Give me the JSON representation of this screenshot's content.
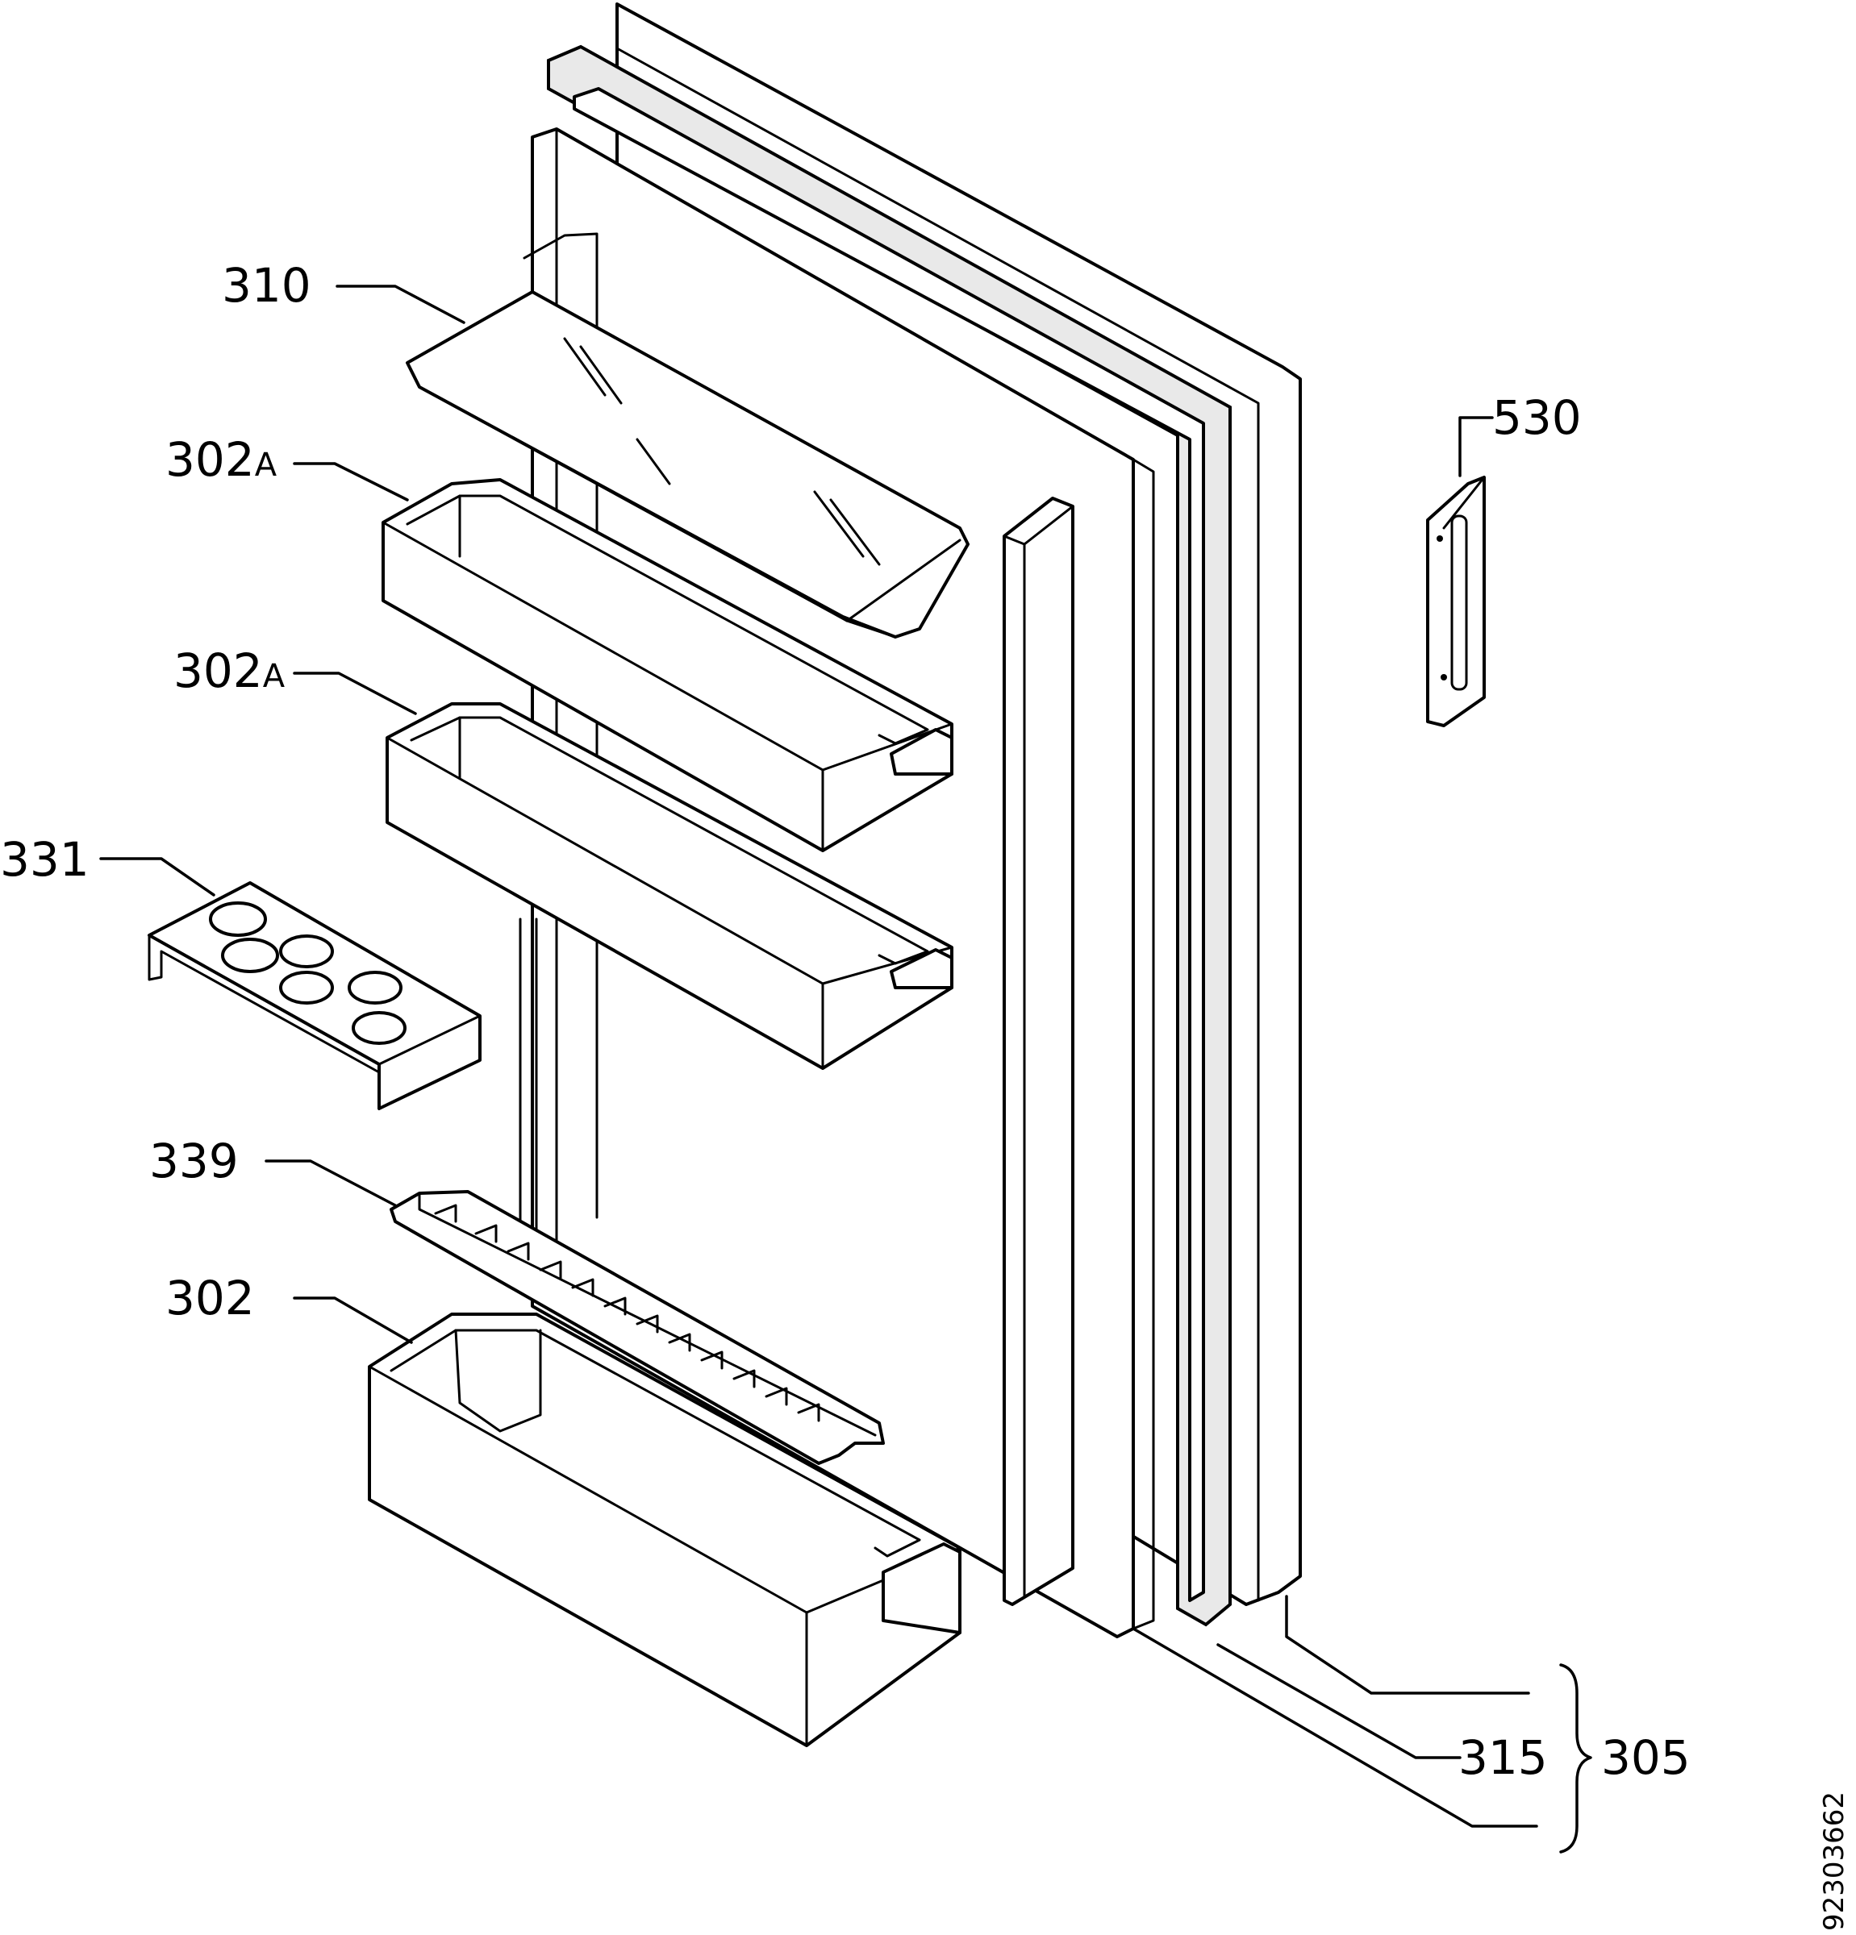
{
  "labels": {
    "shelf": "310",
    "tray_upper_num": "302",
    "tray_upper_suffix": "A",
    "tray_middle_num": "302",
    "tray_middle_suffix": "A",
    "egg_rack": "331",
    "bottle_retainer": "339",
    "tray_bottom": "302",
    "handle": "530",
    "gasket": "315",
    "door_assembly": "305"
  },
  "document_number": "92303662",
  "colors": {
    "line": "#000000",
    "gasket_fill": "#e9e9e9",
    "background": "#ffffff"
  }
}
